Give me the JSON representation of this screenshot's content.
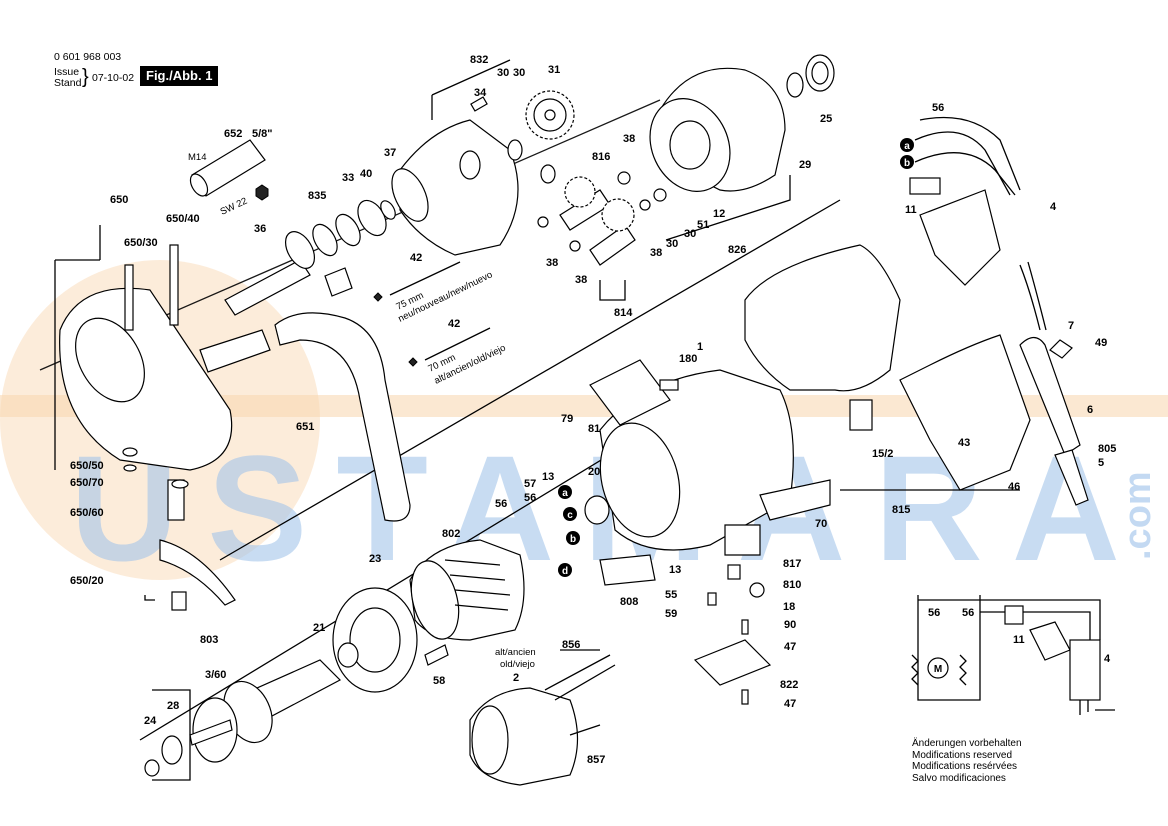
{
  "header": {
    "doc_number": "0 601 968 003",
    "issue_label": "Issue",
    "stand_label": "Stand",
    "date": "07-10-02",
    "figure": "Fig./Abb. 1"
  },
  "watermark": {
    "text": "USTAMARA",
    "suffix": ".com",
    "color_blue": "#4a8ed8",
    "color_orange": "#f4b46c"
  },
  "dim_labels": {
    "d1": "75 mm",
    "d1_note": "neu/nouveau/new/nuevo",
    "d2": "70 mm",
    "d2_note": "alt/ancien/old/viejo"
  },
  "annotations": {
    "m14": "M14",
    "sw22": "SW 22",
    "inch": "5/8\"",
    "alt_ancien": "alt/ancien",
    "old_viejo": "old/viejo"
  },
  "notes": [
    "Änderungen vorbehalten",
    "Modifications reserved",
    "Modifications resérvées",
    "Salvo modificaciones"
  ],
  "parts": [
    "832",
    "30",
    "30",
    "31",
    "34",
    "652",
    "5/8\"",
    "37",
    "40",
    "33",
    "835",
    "36",
    "816",
    "38",
    "38",
    "12",
    "826",
    "29",
    "25",
    "56",
    "11",
    "4",
    "650",
    "650/40",
    "650/30",
    "42",
    "42",
    "38",
    "38",
    "30",
    "30",
    "51",
    "814",
    "7",
    "49",
    "6",
    "805",
    "5",
    "180",
    "1",
    "79",
    "81",
    "43",
    "15/2",
    "815",
    "46",
    "651",
    "650/50",
    "650/70",
    "650/60",
    "650/20",
    "13",
    "56",
    "57",
    "56",
    "20",
    "802",
    "23",
    "70",
    "817",
    "13",
    "810",
    "55",
    "18",
    "59",
    "90",
    "808",
    "47",
    "21",
    "803",
    "3/60",
    "58",
    "856",
    "2",
    "822",
    "47",
    "24",
    "28",
    "857",
    "56",
    "56",
    "11",
    "4"
  ],
  "callouts": [
    "a",
    "b",
    "c",
    "d"
  ]
}
